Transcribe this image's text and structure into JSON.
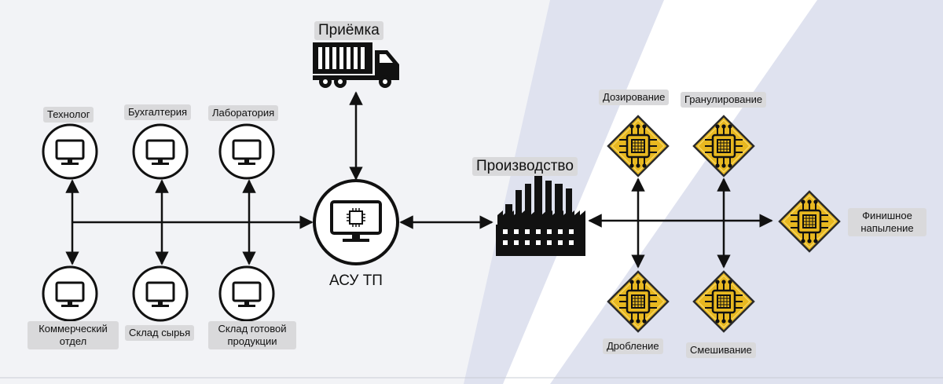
{
  "nodes": {
    "priemka": "Приёмка",
    "asu_tp": "АСУ ТП",
    "proizvodstvo": "Производство",
    "tehnolog": "Технолог",
    "buhgalteriya": "Бухгалтерия",
    "laboratoriya": "Лаборатория",
    "kommercheskiy": "Коммерческий отдел",
    "sklad_syrya": "Склад сырья",
    "sklad_gotovoy": "Склад готовой продукции",
    "dozirovanie": "Дозирование",
    "granulirovanie": "Гранулирование",
    "finishnoe": "Финишное напыление",
    "droblenie": "Дробление",
    "smeshivanie": "Смешивание"
  },
  "icons": {
    "workstation": "monitor-icon",
    "server": "monitor-chip-icon",
    "truck": "truck-icon",
    "factory": "factory-icon",
    "controller": "chip-diamond-icon"
  },
  "colors": {
    "line": "#111111",
    "chip_gold": "#e8b820",
    "label_bg": "#d9d9db",
    "bg_left": "#f1f2f5",
    "bg_right": "#dde0ee"
  }
}
